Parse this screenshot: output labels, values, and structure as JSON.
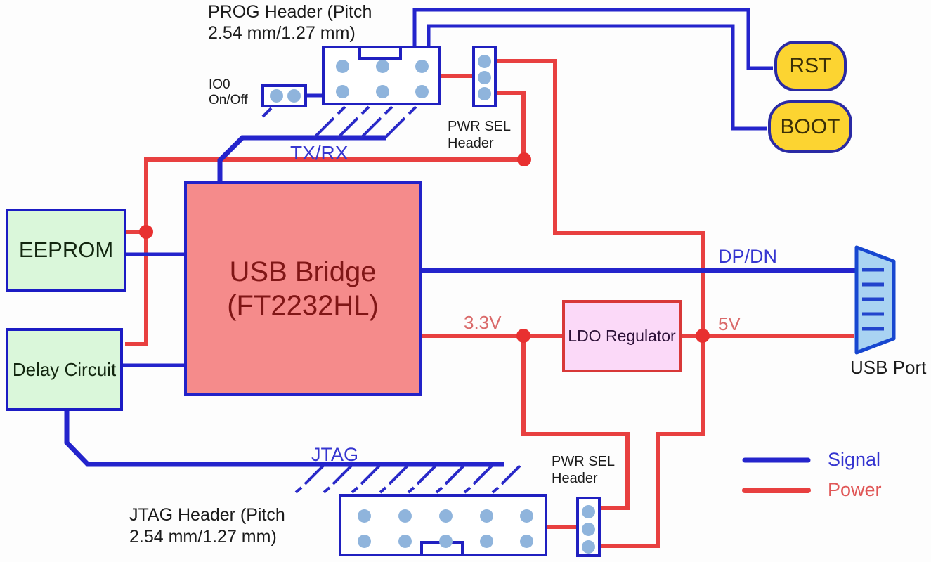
{
  "labels": {
    "prog_header_line1": "PROG Header (Pitch",
    "prog_header_line2": "2.54 mm/1.27 mm)",
    "io0_line1": "IO0",
    "io0_line2": "On/Off",
    "pwr_sel_line1": "PWR SEL",
    "pwr_sel_line2": "Header",
    "tx_rx": "TX/RX",
    "dp_dn": "DP/DN",
    "v33": "3.3V",
    "v5": "5V",
    "jtag": "JTAG",
    "jtag_header_line1": "JTAG Header (Pitch",
    "jtag_header_line2": "2.54 mm/1.27 mm)",
    "usb_port": "USB Port"
  },
  "blocks": {
    "eeprom": "EEPROM",
    "usb_bridge_line1": "USB Bridge",
    "usb_bridge_line2": "(FT2232HL)",
    "delay_circuit": "Delay Circuit",
    "ldo": "LDO Regulator",
    "rst": "RST",
    "boot": "BOOT"
  },
  "legend": {
    "signal_label": "Signal",
    "power_label": "Power"
  },
  "colors": {
    "signal_wire": "#2424cc",
    "power_wire": "#e84040",
    "block_green": "#daf7da",
    "bridge_fill": "#f58b8b",
    "ldo_fill": "#fbd9f8",
    "button_yellow": "#fcd431",
    "usb_port_fill": "#a9d3f2",
    "pin_fill": "#8fb4dc"
  }
}
